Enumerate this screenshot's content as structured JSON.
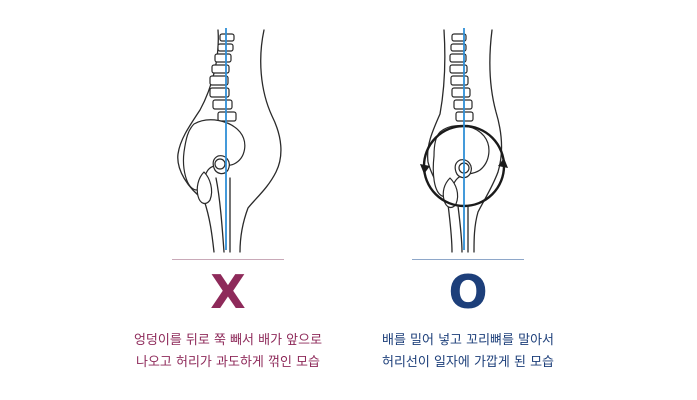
{
  "colors": {
    "wrong": "#8e2a5a",
    "right": "#1d3f7a",
    "plumb_line": "#2f8fd6",
    "wrong_divider": "#c9a9b8",
    "right_divider": "#8ea7c9"
  },
  "left": {
    "mark": "X",
    "caption_line1": "엉덩이를 뒤로 쭉 빼서 배가 앞으로",
    "caption_line2": "나오고 허리가 과도하게 꺾인 모습"
  },
  "right": {
    "mark": "O",
    "caption_line1": "배를 밀어 넣고 꼬리뼈를 말아서",
    "caption_line2": "허리선이 일자에 가깝게 된 모습"
  }
}
